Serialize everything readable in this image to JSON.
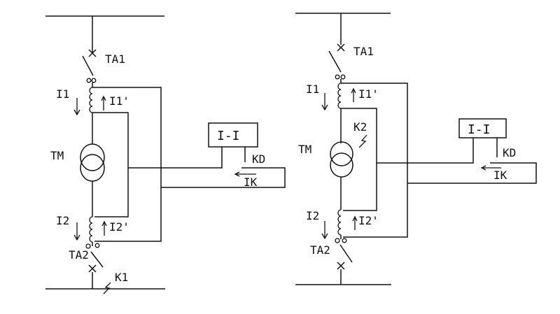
{
  "left": {
    "ta1": "TA1",
    "i1": "I1",
    "i1p": "I1'",
    "tm": "TM",
    "relay": "I-I",
    "kd": "KD",
    "ik": "IK",
    "i2": "I2",
    "i2p": "I2'",
    "ta2": "TA2",
    "k1": "K1"
  },
  "right": {
    "ta1": "TA1",
    "i1": "I1",
    "i1p": "I1'",
    "k2": "K2",
    "tm": "TM",
    "relay": "I-I",
    "kd": "KD",
    "ik": "IK",
    "i2": "I2",
    "i2p": "I2'",
    "ta2": "TA2"
  }
}
